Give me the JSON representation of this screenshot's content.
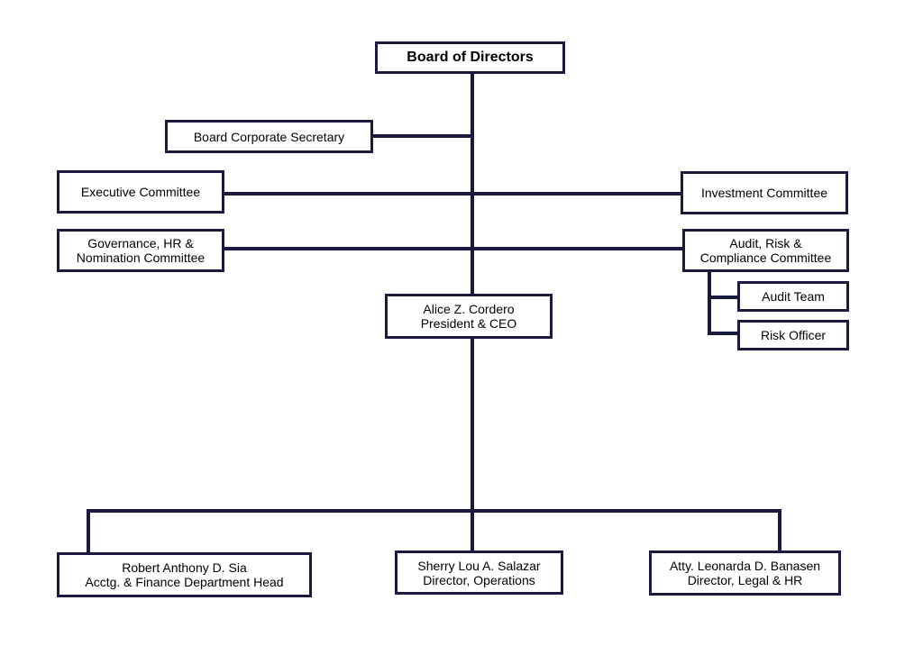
{
  "org_chart": {
    "board": {
      "label": "Board of Directors"
    },
    "secretary": {
      "label": "Board Corporate Secretary"
    },
    "executive_committee": {
      "label": "Executive Committee"
    },
    "investment_committee": {
      "label": "Investment Committee"
    },
    "governance_committee": {
      "line1": "Governance, HR &",
      "line2": "Nomination Committee"
    },
    "audit_committee": {
      "line1": "Audit, Risk &",
      "line2": "Compliance Committee"
    },
    "audit_team": {
      "label": "Audit Team"
    },
    "risk_officer": {
      "label": "Risk Officer"
    },
    "ceo": {
      "name": "Alice Z. Cordero",
      "title": "President & CEO"
    },
    "finance_head": {
      "name": "Robert Anthony D. Sia",
      "title": "Acctg. & Finance Department Head"
    },
    "operations_director": {
      "name": "Sherry Lou A. Salazar",
      "title": "Director, Operations"
    },
    "legal_director": {
      "name": "Atty. Leonarda D. Banasen",
      "title": "Director, Legal & HR"
    }
  },
  "colors": {
    "line": "#1a1a40",
    "box_border": "#1a1a40"
  }
}
